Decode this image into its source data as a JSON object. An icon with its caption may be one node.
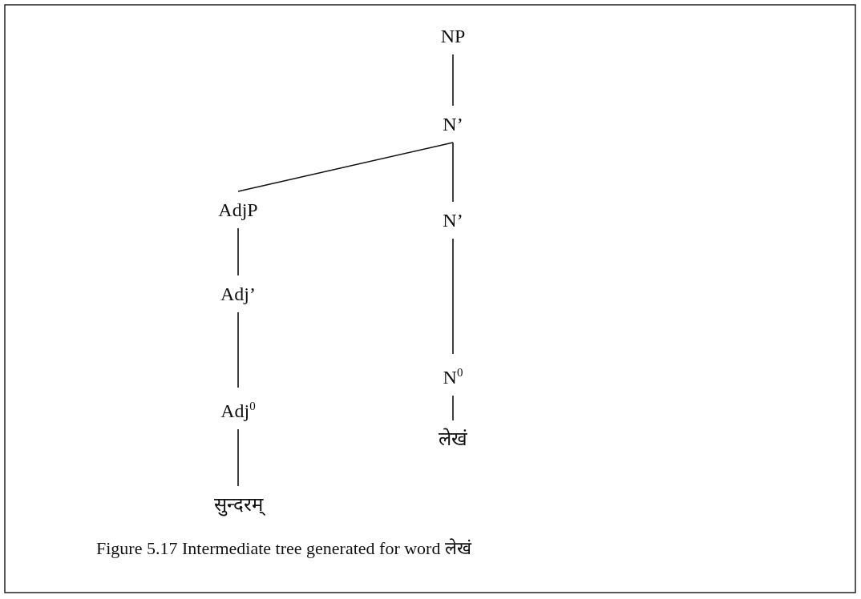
{
  "diagram": {
    "caption": "Figure 5.17 Intermediate tree generated for word लेखं",
    "nodes": [
      {
        "text": [
          "NP"
        ]
      },
      {
        "text": [
          "N’"
        ]
      },
      {
        "text": [
          "AdjP"
        ]
      },
      {
        "text": [
          "N’"
        ]
      },
      {
        "text": [
          "Adj’"
        ]
      },
      {
        "text": [
          "N$^{0}$"
        ]
      },
      {
        "text": [
          "Adj$^{0}$"
        ]
      },
      {
        "text": [
          "लेखं"
        ]
      },
      {
        "text": [
          "सुन्दरम्"
        ]
      }
    ],
    "edges": [
      {
        "from": 0,
        "to": 1,
        "arrow": "none"
      },
      {
        "from": 1,
        "to": 2,
        "arrow": "none"
      },
      {
        "from": 1,
        "to": 3,
        "arrow": "none"
      },
      {
        "from": 2,
        "to": 4,
        "arrow": "none"
      },
      {
        "from": 3,
        "to": 5,
        "arrow": "none"
      },
      {
        "from": 4,
        "to": 6,
        "arrow": "none"
      },
      {
        "from": 5,
        "to": 7,
        "arrow": "none"
      },
      {
        "from": 6,
        "to": 8,
        "arrow": "none"
      }
    ]
  }
}
